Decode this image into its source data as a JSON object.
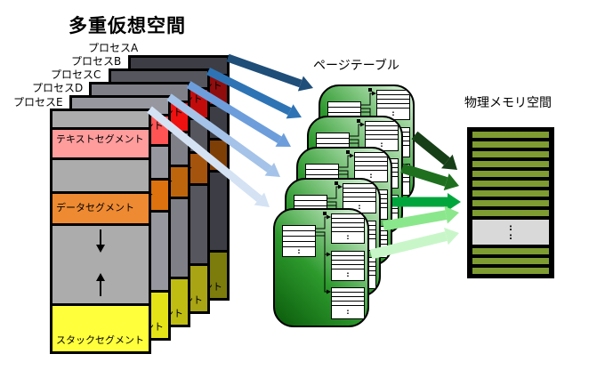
{
  "title": "多重仮想空間",
  "virtual_spaces": {
    "processes": [
      {
        "name": "プロセスA",
        "colors": {
          "bg": "#3D3D45",
          "text": "#8F0D0D",
          "data": "#7E3F07",
          "stack": "#7C7C0C"
        }
      },
      {
        "name": "プロセスB",
        "colors": {
          "bg": "#56565E",
          "text": "#C20C0C",
          "data": "#A4540D",
          "stack": "#A8A414"
        }
      },
      {
        "name": "プロセスC",
        "colors": {
          "bg": "#7F7F87",
          "text": "#EF1010",
          "data": "#BD650D",
          "stack": "#BFBD12"
        }
      },
      {
        "name": "プロセスD",
        "colors": {
          "bg": "#97979F",
          "text": "#FF5454",
          "data": "#DD720E",
          "stack": "#E3E318"
        }
      },
      {
        "name": "プロセスE",
        "colors": {
          "bg": "#ACACAC",
          "text": "#FF9D9D",
          "data": "#EE8A31",
          "stack": "#FFFF3C"
        }
      }
    ],
    "segments": {
      "text": "テキストセグメント",
      "data": "データセグメント",
      "stack": "スタックセグメント"
    }
  },
  "page_tables": {
    "label": "ページテーブル",
    "card_count": 5,
    "gradient": [
      "#0A5A0A",
      "#2D9A2D",
      "#E4F9E4"
    ],
    "table_ellipsis": ":"
  },
  "physical_memory": {
    "label": "物理メモリ空間",
    "stripe_color": "#7E9C31",
    "stripes_above": 9,
    "stripes_below": 3,
    "gap_color": "#D9D9D9",
    "ellipsis_rows": [
      ":",
      ":"
    ]
  },
  "arrows": {
    "blue": [
      "#1F4E79",
      "#2E74B5",
      "#6D9EDB",
      "#A5C3E8",
      "#D4E2F4"
    ],
    "green": [
      "#173F17",
      "#1E701E",
      "#00A63C",
      "#8BE78B",
      "#C9F6C9"
    ]
  }
}
